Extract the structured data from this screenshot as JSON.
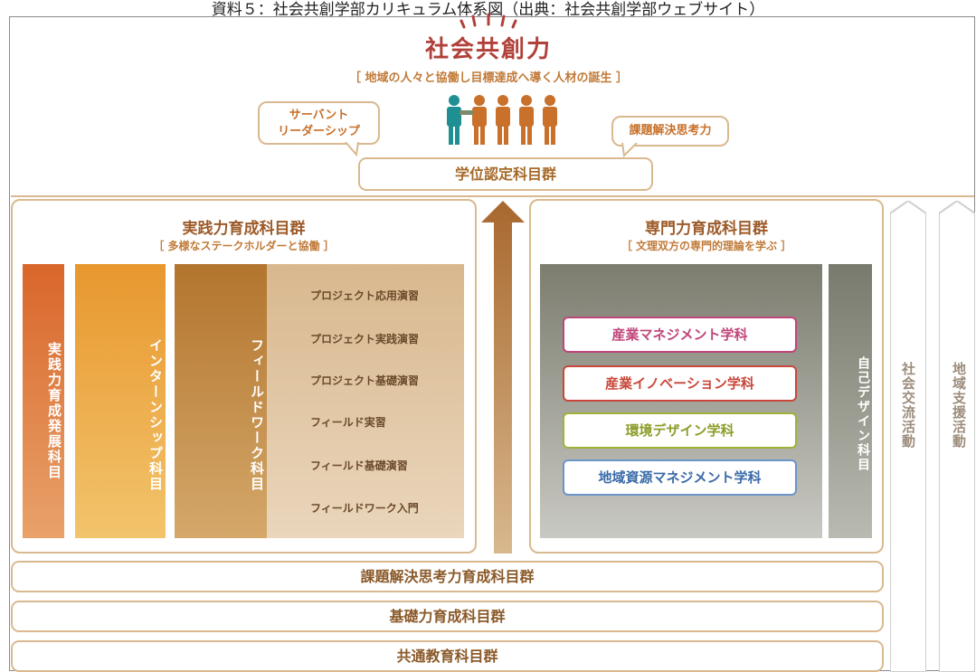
{
  "caption": "資料５：社会共創学部カリキュラム体系図（出典：社会共創学部ウェブサイト）",
  "top": {
    "title": "社会共創力",
    "subtitle": "［ 地域の人々と協働し目標達成へ導く人材の誕生 ］",
    "bubble_left_line1": "サーバント",
    "bubble_left_line2": "リーダーシップ",
    "bubble_right": "課題解決思考力",
    "degree": "学位認定科目群"
  },
  "colors": {
    "accent_red": "#b0413a",
    "frame_tan": "#d9b98f",
    "dept_pink": "#c0457a",
    "dept_red": "#c9473a",
    "dept_green": "#a2b238",
    "dept_blue": "#6a95c8"
  },
  "left_panel": {
    "title": "実践力育成科目群",
    "subtitle": "［ 多様なステークホルダーと協働 ］",
    "columns": [
      "実践力育成発展科目",
      "インターンシップ科目",
      "フィールドワーク科目"
    ],
    "programs": [
      "プロジェクト応用演習",
      "プロジェクト実践演習",
      "プロジェクト基礎演習",
      "フィールド実習",
      "フィールド基礎演習",
      "フィールドワーク入門"
    ]
  },
  "right_panel": {
    "title": "専門力育成科目群",
    "subtitle": "［ 文理双方の専門的理論を学ぶ ］",
    "departments": [
      "産業マネジメント学科",
      "産業イノベーション学科",
      "環境デザイン学科",
      "地域資源マネジメント学科"
    ],
    "side_column": "自己デザイン科目"
  },
  "bottom_bars": [
    "課題解決思考力育成科目群",
    "基礎力育成科目群",
    "共通教育科目群"
  ],
  "side_columns": [
    "社会交流活動",
    "地域支援活動"
  ],
  "icons": [
    "sun-rays-icon",
    "people-handshake-icon",
    "up-arrow-icon",
    "chevron-column-icon"
  ]
}
